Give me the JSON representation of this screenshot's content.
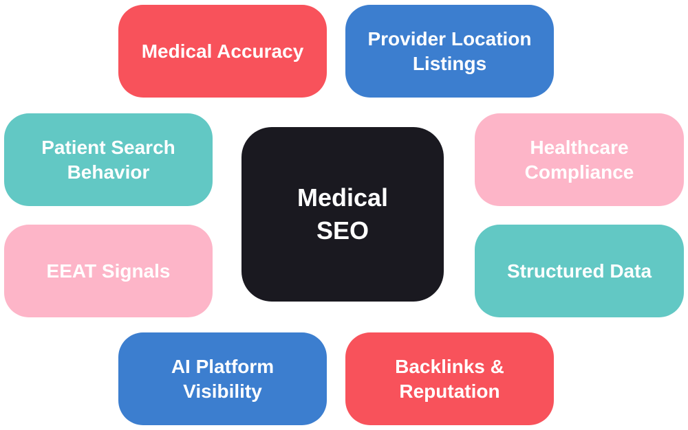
{
  "center": {
    "label": "Medical\nSEO",
    "color": "#1a1920"
  },
  "nodes": {
    "medical_accuracy": {
      "label": "Medical Accuracy",
      "color": "#f8525b"
    },
    "provider_listings": {
      "label": "Provider Location\nListings",
      "color": "#3c7ecf"
    },
    "patient_search": {
      "label": "Patient Search\nBehavior",
      "color": "#62c8c4"
    },
    "healthcare_compliance": {
      "label": "Healthcare\nCompliance",
      "color": "#fdb5c8"
    },
    "eeat_signals": {
      "label": "EEAT Signals",
      "color": "#fdb5c8"
    },
    "structured_data": {
      "label": "Structured Data",
      "color": "#62c8c4"
    },
    "ai_visibility": {
      "label": "AI Platform\nVisibility",
      "color": "#3c7ecf"
    },
    "backlinks": {
      "label": "Backlinks &\nReputation",
      "color": "#f8525b"
    }
  }
}
